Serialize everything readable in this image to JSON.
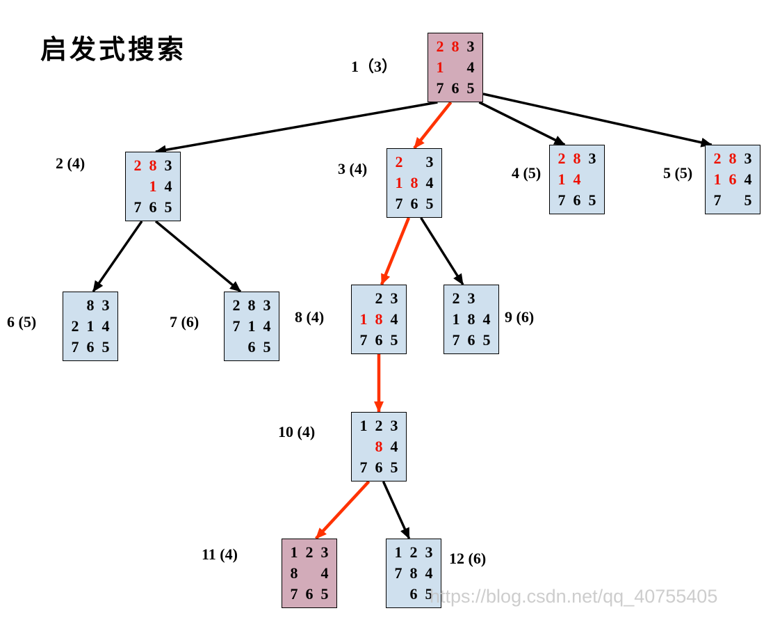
{
  "title": "启发式搜索",
  "watermark": "https://blog.csdn.net/qq_40755405",
  "colors": {
    "node_blue": "#cfe0ee",
    "node_pink": "#d2abb9",
    "red_text": "#ee1000",
    "red_arrow": "#ff3200",
    "black": "#000000"
  },
  "nodes": [
    {
      "id": 1,
      "label": "1（3）",
      "bg": "pink",
      "cells": [
        "2",
        "8",
        "3",
        "1",
        "",
        "4",
        "7",
        "6",
        "5"
      ],
      "red": [
        0,
        1,
        3
      ]
    },
    {
      "id": 2,
      "label": "2  (4)",
      "bg": "blue",
      "cells": [
        "2",
        "8",
        "3",
        "",
        "1",
        "4",
        "7",
        "6",
        "5"
      ],
      "red": [
        0,
        1,
        4
      ]
    },
    {
      "id": 3,
      "label": "3  (4)",
      "bg": "blue",
      "cells": [
        "2",
        "",
        "3",
        "1",
        "8",
        "4",
        "7",
        "6",
        "5"
      ],
      "red": [
        0,
        3,
        4
      ]
    },
    {
      "id": 4,
      "label": "4  (5)",
      "bg": "blue",
      "cells": [
        "2",
        "8",
        "3",
        "1",
        "4",
        "",
        "7",
        "6",
        "5"
      ],
      "red": [
        0,
        1,
        3,
        4
      ]
    },
    {
      "id": 5,
      "label": "5  (5)",
      "bg": "blue",
      "cells": [
        "2",
        "8",
        "3",
        "1",
        "6",
        "4",
        "7",
        "",
        "5"
      ],
      "red": [
        0,
        1,
        3,
        4
      ]
    },
    {
      "id": 6,
      "label": "6  (5)",
      "bg": "blue",
      "cells": [
        "",
        "8",
        "3",
        "2",
        "1",
        "4",
        "7",
        "6",
        "5"
      ],
      "red": []
    },
    {
      "id": 7,
      "label": "7  (6)",
      "bg": "blue",
      "cells": [
        "2",
        "8",
        "3",
        "7",
        "1",
        "4",
        "",
        "6",
        "5"
      ],
      "red": []
    },
    {
      "id": 8,
      "label": "8  (4)",
      "bg": "blue",
      "cells": [
        "",
        "2",
        "3",
        "1",
        "8",
        "4",
        "7",
        "6",
        "5"
      ],
      "red": [
        3,
        4
      ]
    },
    {
      "id": 9,
      "label": "9  (6)",
      "bg": "blue",
      "cells": [
        "2",
        "3",
        "",
        "1",
        "8",
        "4",
        "7",
        "6",
        "5"
      ],
      "red": []
    },
    {
      "id": 10,
      "label": "10  (4)",
      "bg": "blue",
      "cells": [
        "1",
        "2",
        "3",
        "",
        "8",
        "4",
        "7",
        "6",
        "5"
      ],
      "red": [
        4
      ]
    },
    {
      "id": 11,
      "label": "11  (4)",
      "bg": "pink",
      "cells": [
        "1",
        "2",
        "3",
        "8",
        "",
        "4",
        "7",
        "6",
        "5"
      ],
      "red": []
    },
    {
      "id": 12,
      "label": "12  (6)",
      "bg": "blue",
      "cells": [
        "1",
        "2",
        "3",
        "7",
        "8",
        "4",
        "",
        "6",
        "5"
      ],
      "red": []
    }
  ],
  "edges": [
    {
      "from": 1,
      "to": 2,
      "color": "black",
      "f": [
        0.18,
        1
      ],
      "t": [
        0.55,
        0
      ]
    },
    {
      "from": 1,
      "to": 3,
      "color": "red",
      "f": [
        0.42,
        1
      ],
      "t": [
        0.5,
        0
      ]
    },
    {
      "from": 1,
      "to": 4,
      "color": "black",
      "f": [
        0.93,
        1
      ],
      "t": [
        0.28,
        0
      ]
    },
    {
      "from": 1,
      "to": 5,
      "color": "black",
      "f": [
        1.0,
        0.88
      ],
      "t": [
        0.12,
        0
      ]
    },
    {
      "from": 2,
      "to": 6,
      "color": "black",
      "f": [
        0.3,
        1
      ],
      "t": [
        0.55,
        0
      ]
    },
    {
      "from": 2,
      "to": 7,
      "color": "black",
      "f": [
        0.55,
        1
      ],
      "t": [
        0.3,
        0
      ]
    },
    {
      "from": 3,
      "to": 8,
      "color": "red",
      "f": [
        0.4,
        1
      ],
      "t": [
        0.55,
        0
      ]
    },
    {
      "from": 3,
      "to": 9,
      "color": "black",
      "f": [
        0.62,
        1
      ],
      "t": [
        0.35,
        0
      ]
    },
    {
      "from": 8,
      "to": 10,
      "color": "red",
      "f": [
        0.5,
        1
      ],
      "t": [
        0.5,
        0
      ]
    },
    {
      "from": 10,
      "to": 11,
      "color": "red",
      "f": [
        0.32,
        1
      ],
      "t": [
        0.62,
        0
      ]
    },
    {
      "from": 10,
      "to": 12,
      "color": "black",
      "f": [
        0.58,
        1
      ],
      "t": [
        0.42,
        0
      ]
    }
  ]
}
